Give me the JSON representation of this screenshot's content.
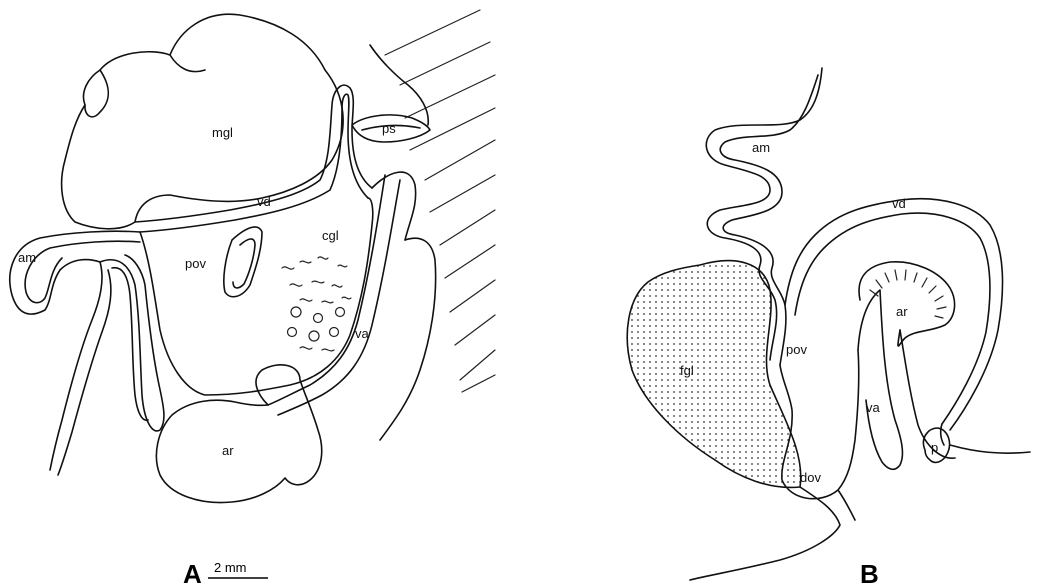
{
  "panels": [
    {
      "letter": "A",
      "labels": {
        "mgl": "mgl",
        "ps": "ps",
        "vd": "vd",
        "cgl": "cgl",
        "pov": "pov",
        "am": "am",
        "va": "va",
        "ar": "ar"
      },
      "scale_bar": "2 mm"
    },
    {
      "letter": "B",
      "labels": {
        "am": "am",
        "vd": "vd",
        "ar": "ar",
        "fgl": "fgl",
        "pov": "pov",
        "va": "va",
        "p": "p",
        "dov": "dov"
      }
    }
  ],
  "colors": {
    "ink": "#111111",
    "background": "#ffffff"
  }
}
